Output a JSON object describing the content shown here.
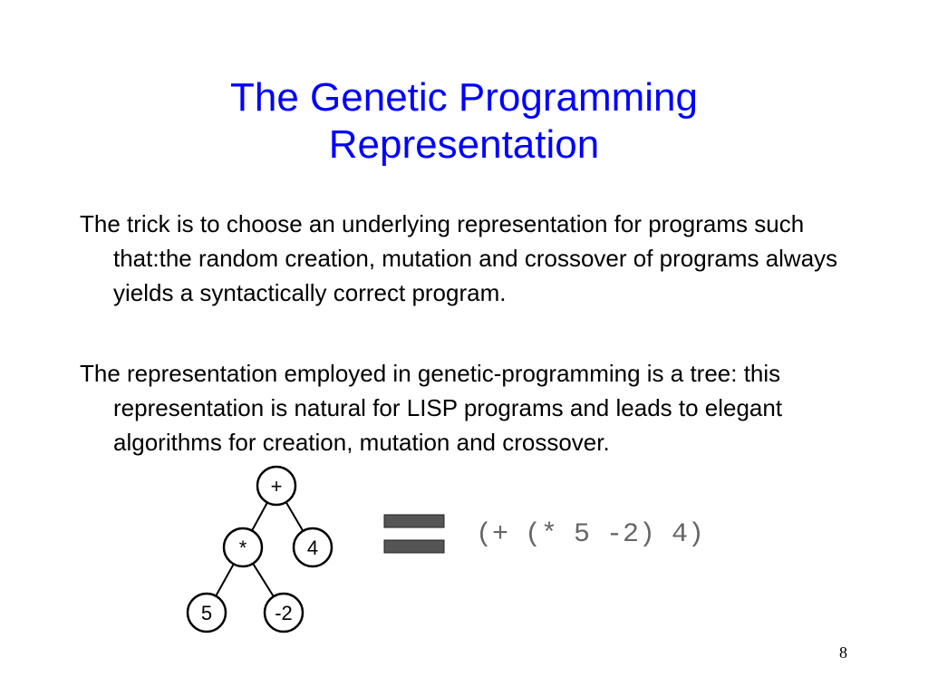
{
  "slide": {
    "title_line1": "The Genetic Programming",
    "title_line2": "Representation",
    "paragraph1": "The trick is to choose an underlying representation for programs such that:the random creation, mutation and crossover of programs always yields a syntactically correct program.",
    "paragraph2": "The representation employed in genetic-programming is a tree: this representation is natural for LISP programs and leads to elegant algorithms for creation, mutation and crossover.",
    "slide_number": "8"
  },
  "diagram": {
    "nodes": {
      "root": "+",
      "mult": "*",
      "four": "4",
      "five": "5",
      "neg_two": "-2"
    },
    "equals_icon": "equals-sign-icon",
    "expression": "(+ (* 5 -2) 4)"
  },
  "colors": {
    "title": "#0000ff",
    "text": "#000000",
    "equals": "#555555",
    "expression": "#666666"
  }
}
